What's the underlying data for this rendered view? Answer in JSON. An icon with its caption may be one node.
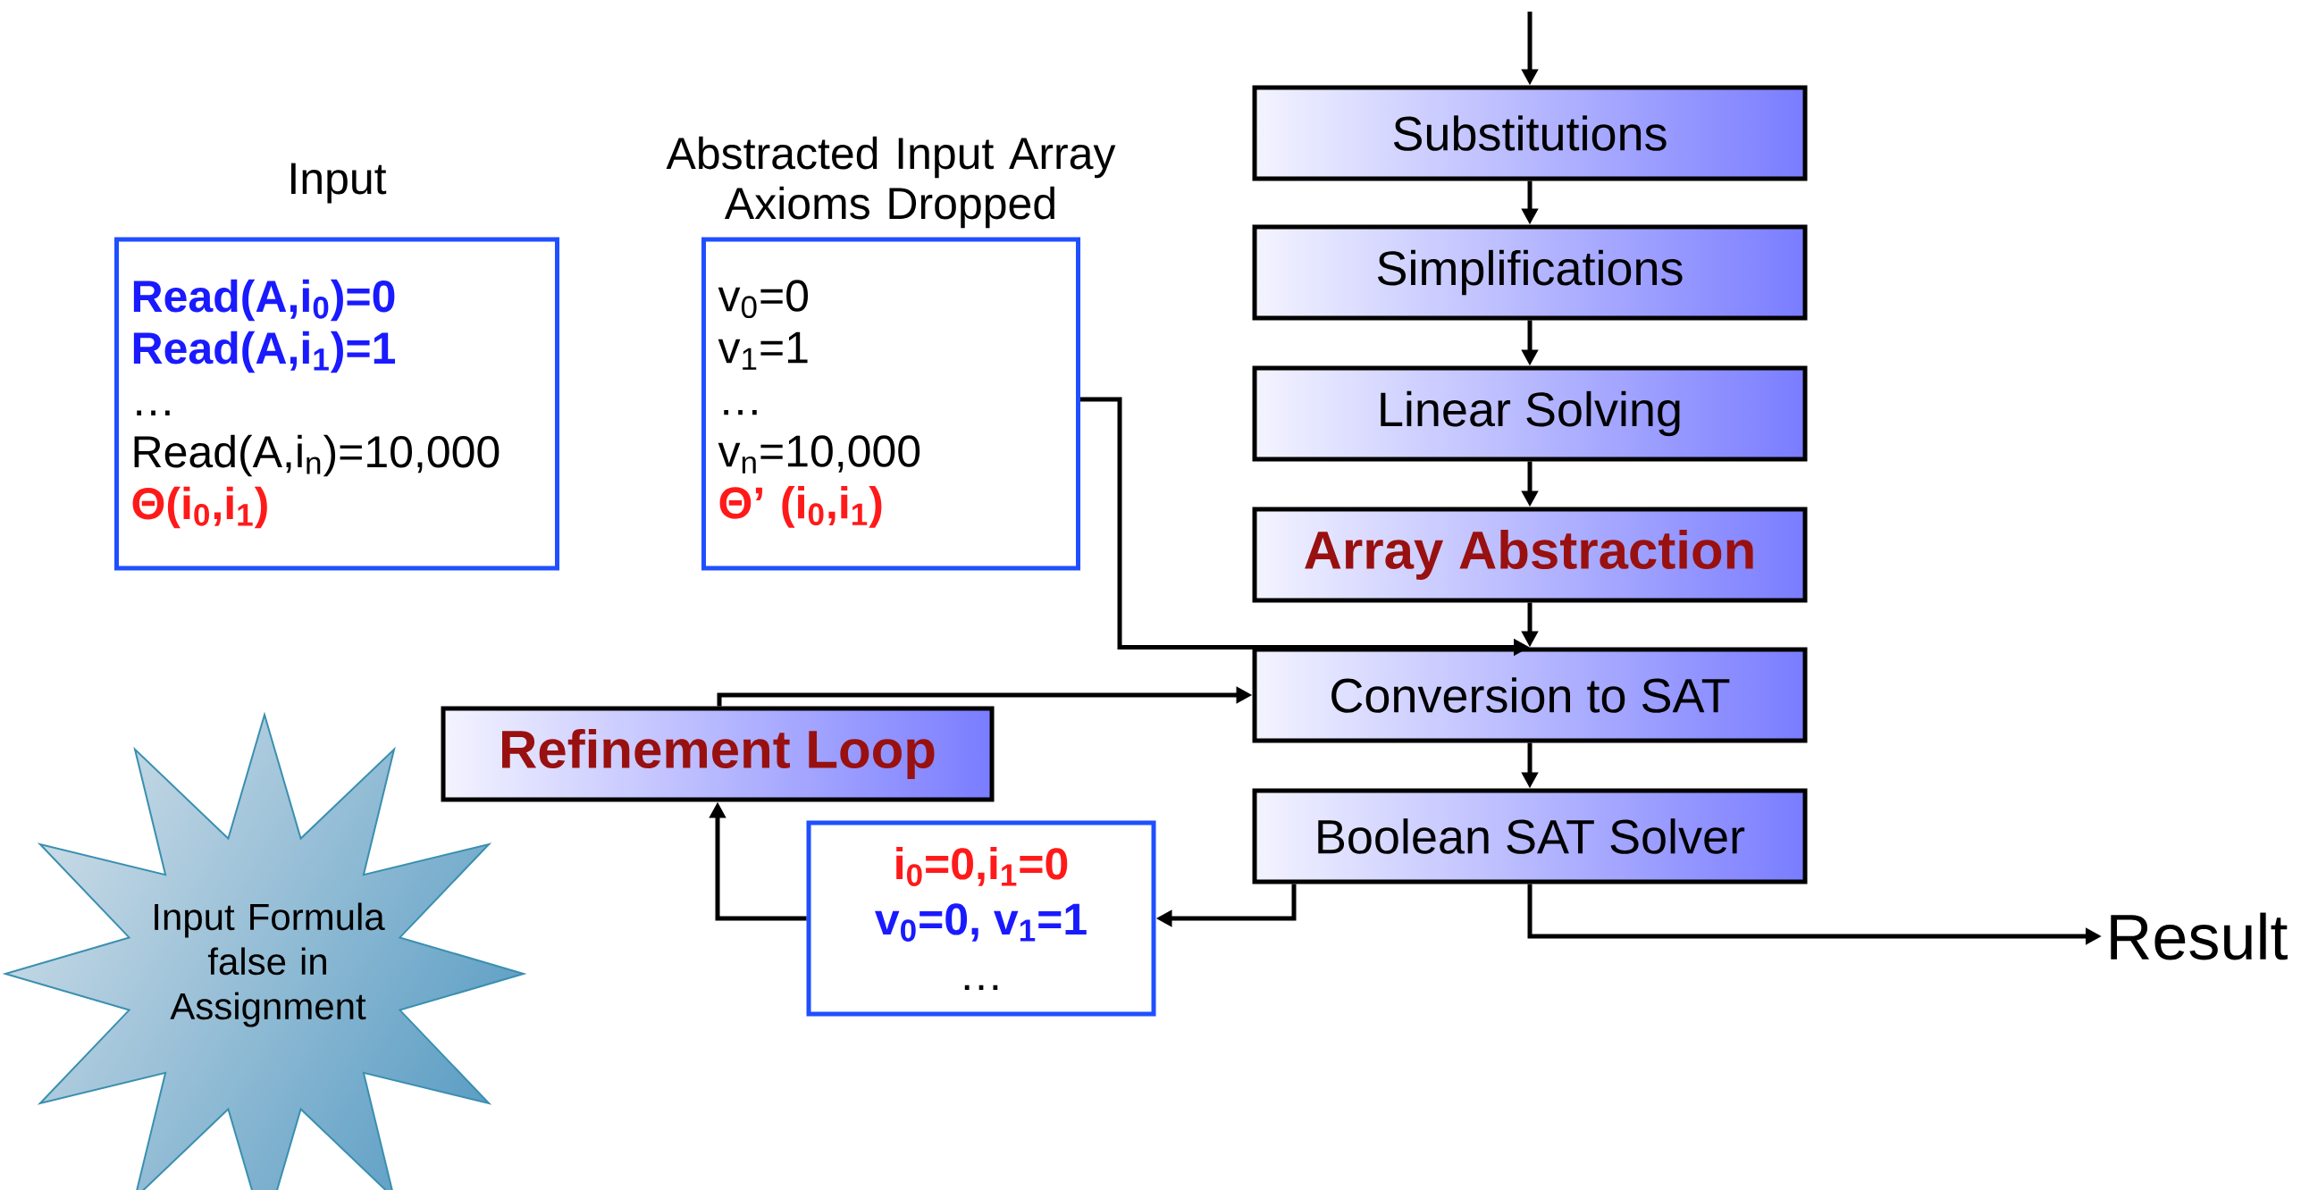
{
  "diagram": {
    "nodes": [
      {
        "text": [
          "Input",
          "Read(A,i$_{0}$)=0",
          "Read(A,i$_{1}$)=1",
          "…",
          "Read(A,i$_{n}$)=10,000",
          "Θ(i$_{0}$,i$_{1}$)"
        ]
      },
      {
        "text": [
          "Abstracted Input Array Axioms Dropped",
          "v$_{0}$=0",
          "v$_{1}$=1",
          "…",
          "v$_{n}$=10,000",
          "Θ’ (i$_{0}$,i$_{1}$)"
        ]
      },
      {
        "text": [
          "Substitutions"
        ]
      },
      {
        "text": [
          "Simplifications"
        ]
      },
      {
        "text": [
          "Linear Solving"
        ]
      },
      {
        "text": [
          "Array Abstraction"
        ]
      },
      {
        "text": [
          "Conversion to SAT"
        ]
      },
      {
        "text": [
          "Boolean SAT Solver"
        ]
      },
      {
        "text": [
          "Refinement Loop"
        ]
      },
      {
        "text": [
          "i$_{0}$=0,i$_{1}$=0",
          "v$_{0}$=0, v$_{1}$=1",
          "…"
        ]
      },
      {
        "text": [
          "Input Formula false in Assignment"
        ]
      },
      {
        "text": [
          "Result"
        ]
      }
    ],
    "edges": [
      {
        "from": null,
        "to": 2,
        "arrow": "to"
      },
      {
        "from": 2,
        "to": 3,
        "arrow": "to"
      },
      {
        "from": 3,
        "to": 4,
        "arrow": "to"
      },
      {
        "from": 4,
        "to": 5,
        "arrow": "to"
      },
      {
        "from": 1,
        "to": 6,
        "arrow": "to"
      },
      {
        "from": 5,
        "to": 6,
        "arrow": "to"
      },
      {
        "from": 8,
        "to": 6,
        "arrow": "to"
      },
      {
        "from": 6,
        "to": 7,
        "arrow": "to"
      },
      {
        "from": 7,
        "to": 11,
        "arrow": "to"
      },
      {
        "from": 7,
        "to": 9,
        "arrow": "to"
      },
      {
        "from": 9,
        "to": 8,
        "arrow": "to"
      }
    ]
  }
}
